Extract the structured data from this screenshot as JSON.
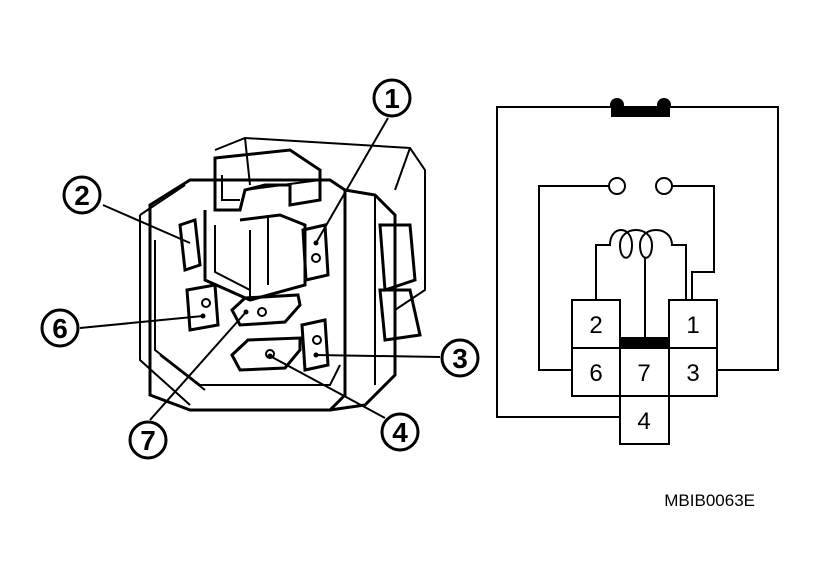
{
  "relay_view": {
    "callouts": [
      {
        "id": "1",
        "text": "1"
      },
      {
        "id": "2",
        "text": "2"
      },
      {
        "id": "3",
        "text": "3"
      },
      {
        "id": "4",
        "text": "4"
      },
      {
        "id": "6",
        "text": "6"
      },
      {
        "id": "7",
        "text": "7"
      }
    ]
  },
  "schematic": {
    "terminals": [
      {
        "id": "t2",
        "text": "2"
      },
      {
        "id": "t1",
        "text": "1"
      },
      {
        "id": "t6",
        "text": "6"
      },
      {
        "id": "t7",
        "text": "7"
      },
      {
        "id": "t3",
        "text": "3"
      },
      {
        "id": "t4",
        "text": "4"
      }
    ]
  },
  "figure_code": "MBIB0063E"
}
